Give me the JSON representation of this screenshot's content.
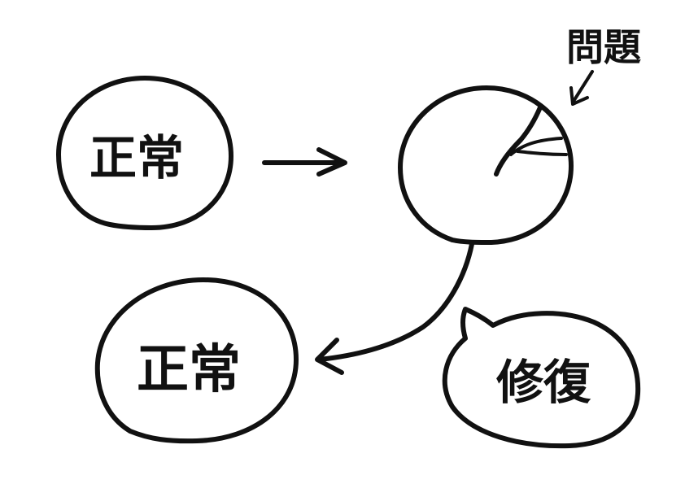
{
  "diagram": {
    "nodes": {
      "normal_top": {
        "label": "正常"
      },
      "problem_label": {
        "label": "問題"
      },
      "normal_bottom": {
        "label": "正常"
      },
      "repair_bubble": {
        "label": "修復"
      }
    },
    "edges": [
      {
        "from": "normal_top",
        "to": "damaged_circle"
      },
      {
        "from": "damaged_circle",
        "to": "normal_bottom"
      },
      {
        "from": "problem_label",
        "to": "damaged_circle"
      }
    ],
    "colors": {
      "ink": "#111111",
      "background": "#ffffff"
    }
  }
}
